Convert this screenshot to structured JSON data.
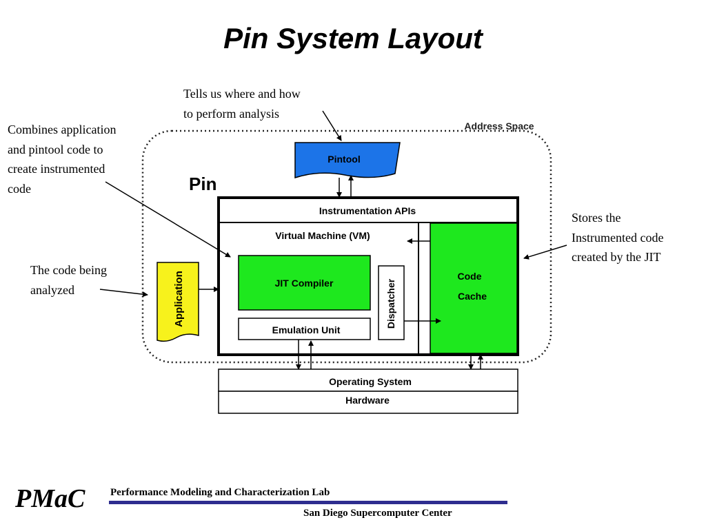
{
  "title": "Pin System Layout",
  "annotations": {
    "pintool_note": "Tells us where and how\nto perform analysis",
    "pin_note": "Combines application\nand pintool code to\ncreate instrumented\ncode",
    "application_note": "The code being\nanalyzed",
    "cache_note": "Stores the\nInstrumented code\ncreated by the JIT"
  },
  "diagram": {
    "address_space_label": "Address Space",
    "pin_label": "Pin",
    "pintool_label": "Pintool",
    "application_label": "Application",
    "instrumentation_apis_label": "Instrumentation APIs",
    "virtual_machine_label": "Virtual Machine (VM)",
    "jit_compiler_label": "JIT Compiler",
    "emulation_unit_label": "Emulation Unit",
    "dispatcher_label": "Dispatcher",
    "code_cache_label_1": "Code",
    "code_cache_label_2": "Cache",
    "operating_system_label": "Operating System",
    "hardware_label": "Hardware"
  },
  "colors": {
    "pintool_fill": "#1c74e8",
    "application_fill": "#f7f21c",
    "green_fill": "#1ee81e",
    "footer_bar": "#2e2d8f"
  },
  "footer": {
    "logo": "PMaC",
    "lab": "Performance Modeling and Characterization Lab",
    "center": "San Diego Supercomputer Center"
  }
}
